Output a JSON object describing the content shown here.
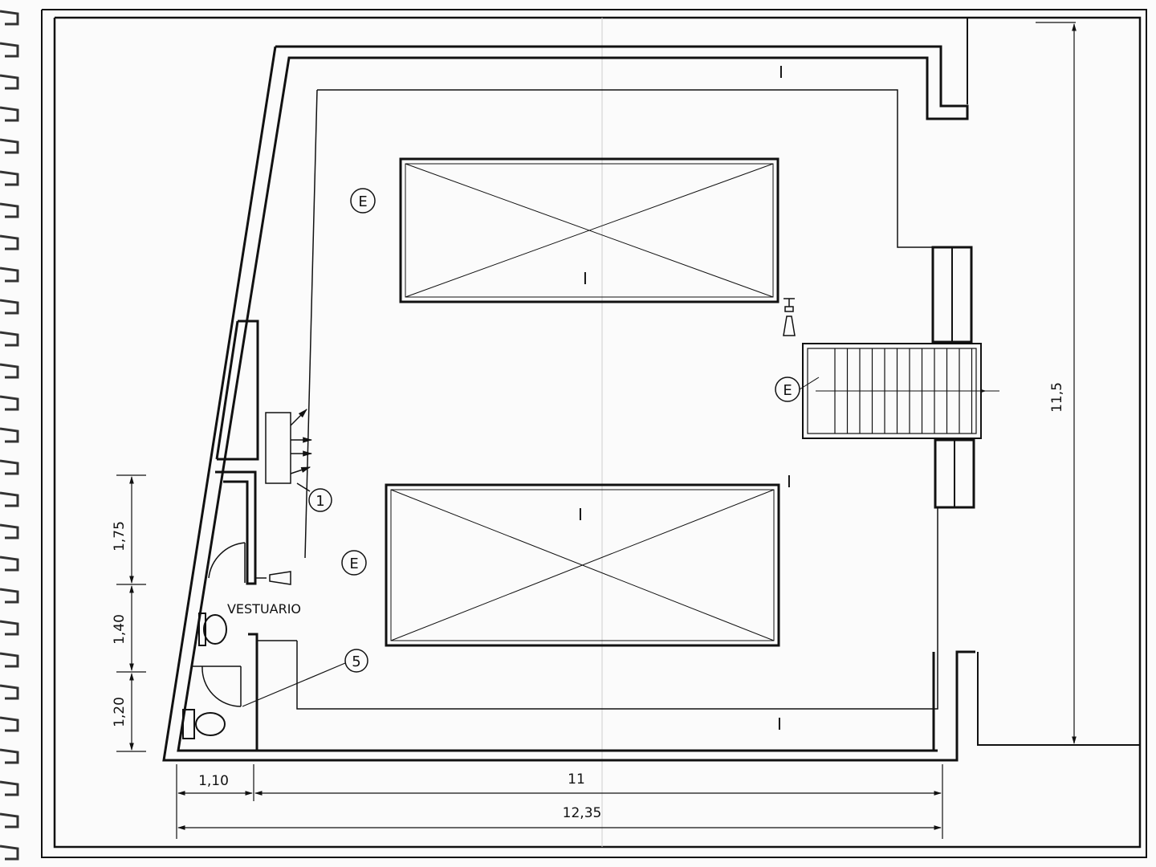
{
  "labels": {
    "room": "VESTUARIO",
    "marker_1": "1",
    "marker_5": "5",
    "marker_e": "E",
    "mark_i": "I"
  },
  "dimensions": {
    "width_left": "1,10",
    "width_main": "11",
    "width_total": "12,35",
    "height_total": "11,5",
    "segment_top": "1,75",
    "segment_mid": "1,40",
    "segment_bottom": "1,20"
  },
  "colors": {
    "ink": "#111111",
    "paper": "#fbfbfb",
    "binding": "#333333"
  },
  "icons": [
    "spiral-binding-icon",
    "toilet-icon",
    "lamp-icon",
    "arrow-icon"
  ]
}
